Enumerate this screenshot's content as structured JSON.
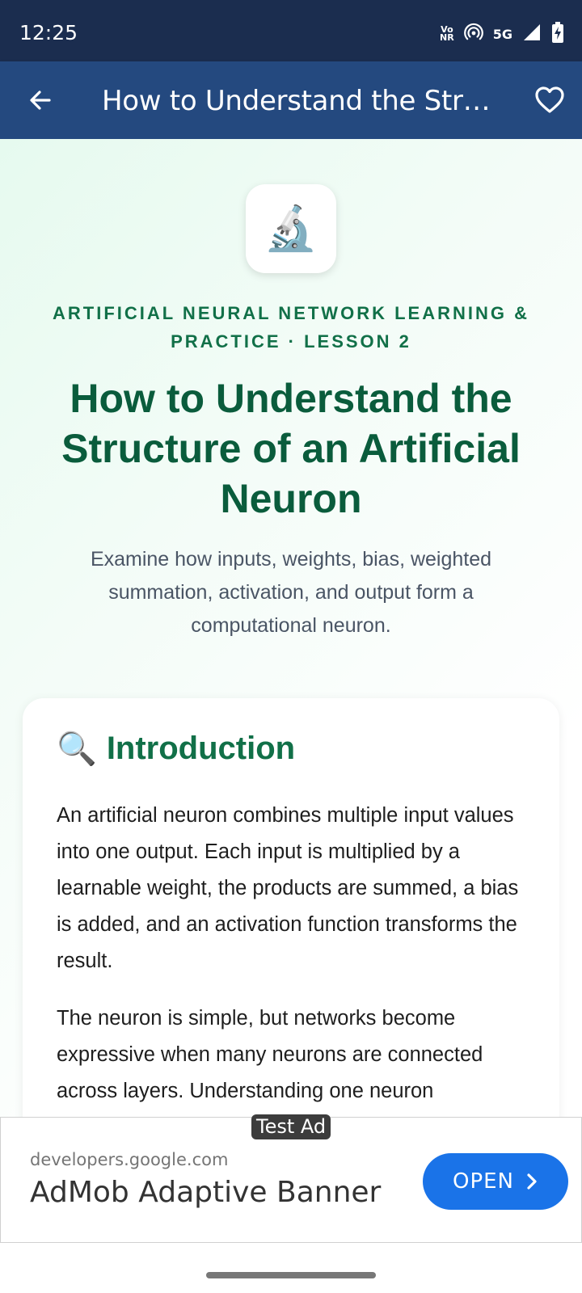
{
  "status_bar": {
    "time": "12:25",
    "volte_top": "Vo",
    "volte_bottom": "NR",
    "network": "5G",
    "icons": [
      "volte-icon",
      "hotspot-icon",
      "5g-icon",
      "signal-icon",
      "battery-charging-icon"
    ]
  },
  "app_bar": {
    "title": "How to Understand the Structure of an Artificial Neuron",
    "back_icon": "arrow-left-icon",
    "favorite_icon": "heart-outline-icon"
  },
  "lesson": {
    "icon": "🔬",
    "kicker": "ARTIFICIAL NEURAL NETWORK LEARNING & PRACTICE · LESSON 2",
    "title": "How to Understand the Structure of an Artificial Neuron",
    "subtitle": "Examine how inputs, weights, bias, weighted summation, activation, and output form a computational neuron."
  },
  "intro_card": {
    "icon": "🔍",
    "heading": "Introduction",
    "paragraphs": [
      "An artificial neuron combines multiple input values into one output. Each input is multiplied by a learnable weight, the products are summed, a bias is added, and an activation function transforms the result.",
      "The neuron is simple, but networks become expressive when many neurons are connected across layers. Understanding one neuron"
    ]
  },
  "ad": {
    "badge": "Test Ad",
    "domain": "developers.google.com",
    "title": "AdMob Adaptive Banner",
    "button_label": "OPEN"
  },
  "colors": {
    "status_bar": "#1b2d4f",
    "app_bar": "#24497f",
    "accent_green": "#117048",
    "ad_button": "#1a73e8"
  }
}
